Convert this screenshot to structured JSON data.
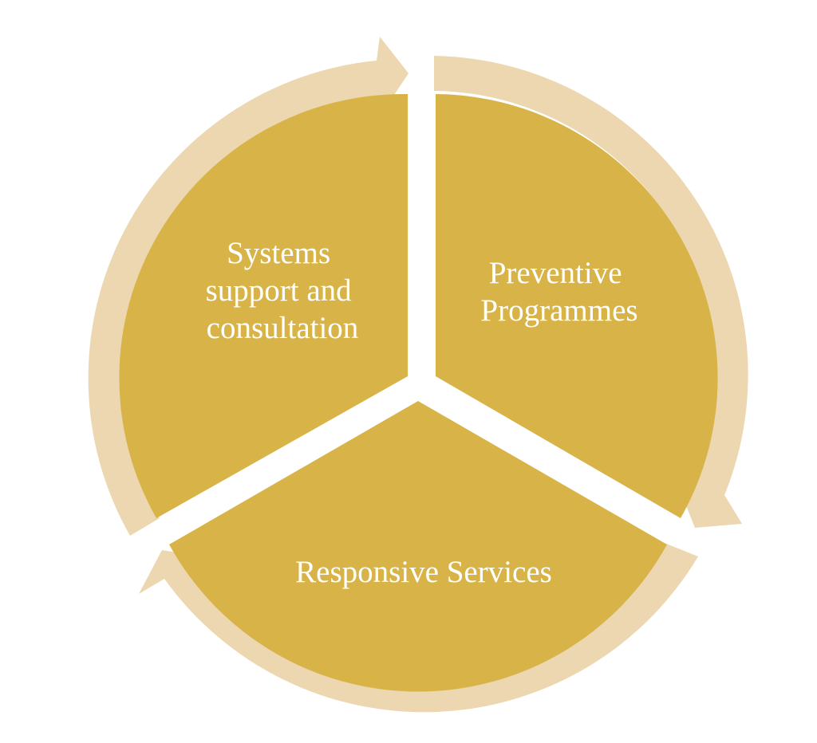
{
  "diagram": {
    "type": "cycle",
    "colors": {
      "segment_fill": "#d8b448",
      "arrow_fill": "#ecd7b1",
      "label_text": "#ffffff",
      "background": "#ffffff"
    },
    "segments": [
      {
        "id": "preventive",
        "lines": [
          "Preventive",
          "Programmes"
        ]
      },
      {
        "id": "responsive",
        "lines": [
          "Responsive Services"
        ]
      },
      {
        "id": "systems",
        "lines": [
          "Systems",
          "support and",
          "consultation"
        ]
      }
    ]
  }
}
